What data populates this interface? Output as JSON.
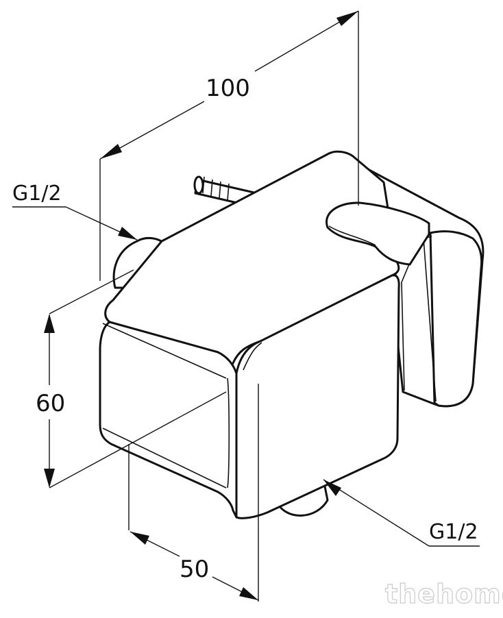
{
  "dimensions": {
    "width_total": "100",
    "height": "60",
    "depth": "50"
  },
  "threads": {
    "top_left": "G1/2",
    "bottom_right": "G1/2"
  },
  "watermark": "thehome"
}
